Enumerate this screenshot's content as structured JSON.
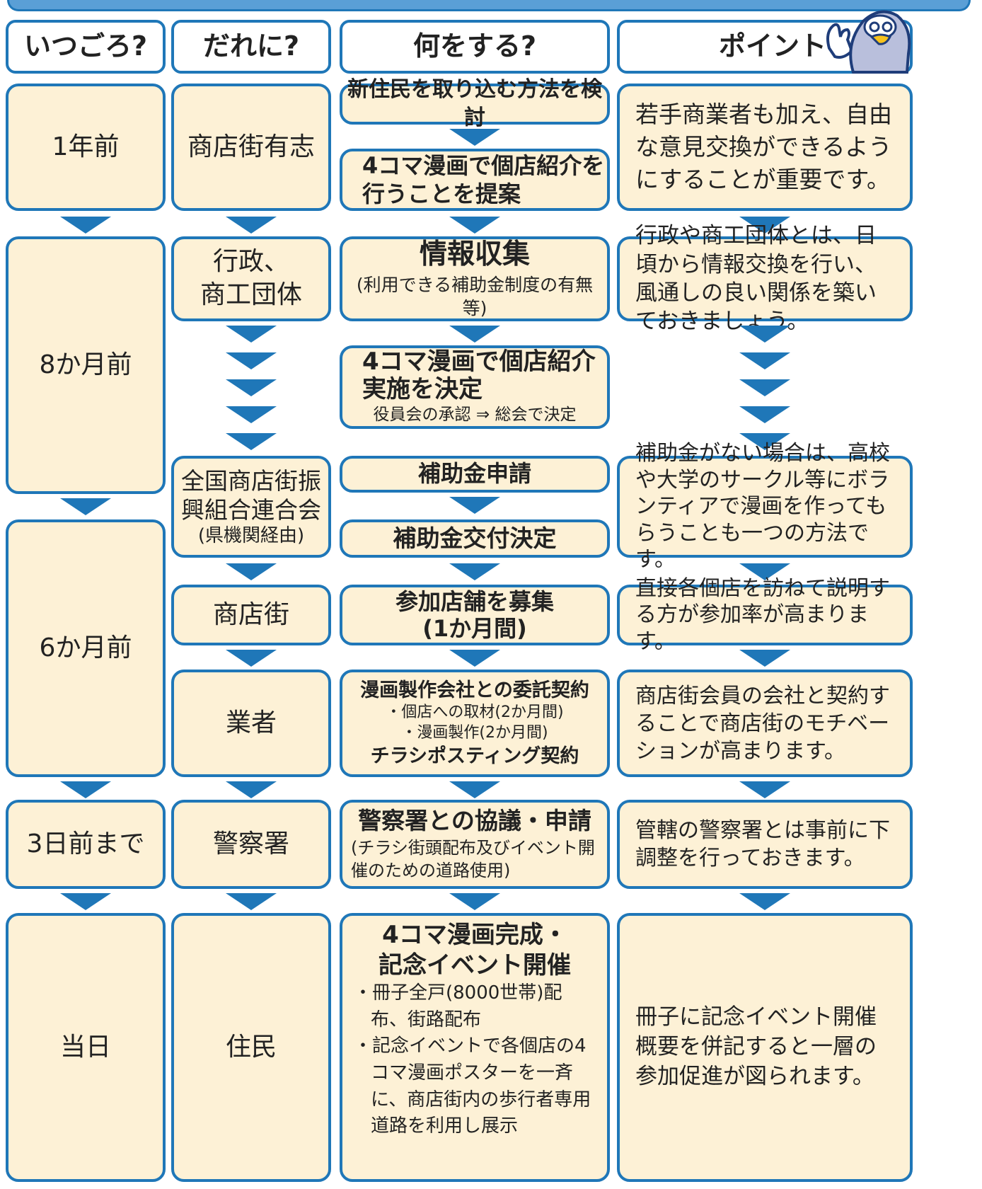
{
  "headers": {
    "when": "いつごろ?",
    "who": "だれに?",
    "what": "何をする?",
    "point": "ポイント"
  },
  "times": {
    "t1": "1年前",
    "t2": "8か月前",
    "t3": "6か月前",
    "t4": "3日前まで",
    "t5": "当日"
  },
  "actors": {
    "a1": "商店街有志",
    "a2": "行政、\n商工団体",
    "a3_main": "全国商店街振興組合連合会",
    "a3_sub": "(県機関経由)",
    "a4": "商店街",
    "a5": "業者",
    "a6": "警察署",
    "a7": "住民"
  },
  "actions": {
    "s1": "新住民を取り込む方法を検討",
    "s2": "4コマ漫画で個店紹介を\n行うことを提案",
    "s3_title": "情報収集",
    "s3_sub": "(利用できる補助金制度の有無等)",
    "s4_title": "4コマ漫画で個店紹介\n実施を決定",
    "s4_sub": "役員会の承認 ⇒ 総会で決定",
    "s5": "補助金申請",
    "s6": "補助金交付決定",
    "s7": "参加店舗を募集\n(1か月間)",
    "s8_title": "漫画製作会社との委託契約",
    "s8_item1": "・個店への取材(2か月間)",
    "s8_item2": "・漫画製作(2か月間)",
    "s8_title2": "チラシポスティング契約",
    "s9_title": "警察署との協議・申請",
    "s9_sub": "(チラシ街頭配布及びイベント開催のための道路使用)",
    "s10_title": "4コマ漫画完成・\n記念イベント開催",
    "s10_item1": "・冊子全戸(8000世帯)配布、街路配布",
    "s10_item2": "・記念イベントで各個店の4コマ漫画ポスターを一斉に、商店街内の歩行者専用道路を利用し展示"
  },
  "points": {
    "p1": "若手商業者も加え、自由な意見交換ができるようにすることが重要です。",
    "p2": "行政や商工団体とは、日頃から情報交換を行い、風通しの良い関係を築いておきましょう。",
    "p3": "補助金がない場合は、高校や大学のサークル等にボランティアで漫画を作ってもらうことも一つの方法です。",
    "p4": "直接各個店を訪ねて説明する方が参加率が高まります。",
    "p5": "商店街会員の会社と契約することで商店街のモチベーションが高まります。",
    "p6": "管轄の警察署とは事前に下調整を行っておきます。",
    "p7": "冊子に記念イベント開催概要を併記すると一層の参加促進が図られます。"
  },
  "colors": {
    "border": "#1f77b8",
    "box_fill": "#fdf1d6",
    "arrow": "#1f77b8"
  },
  "mascot_icon": "penguin-mascot-icon"
}
